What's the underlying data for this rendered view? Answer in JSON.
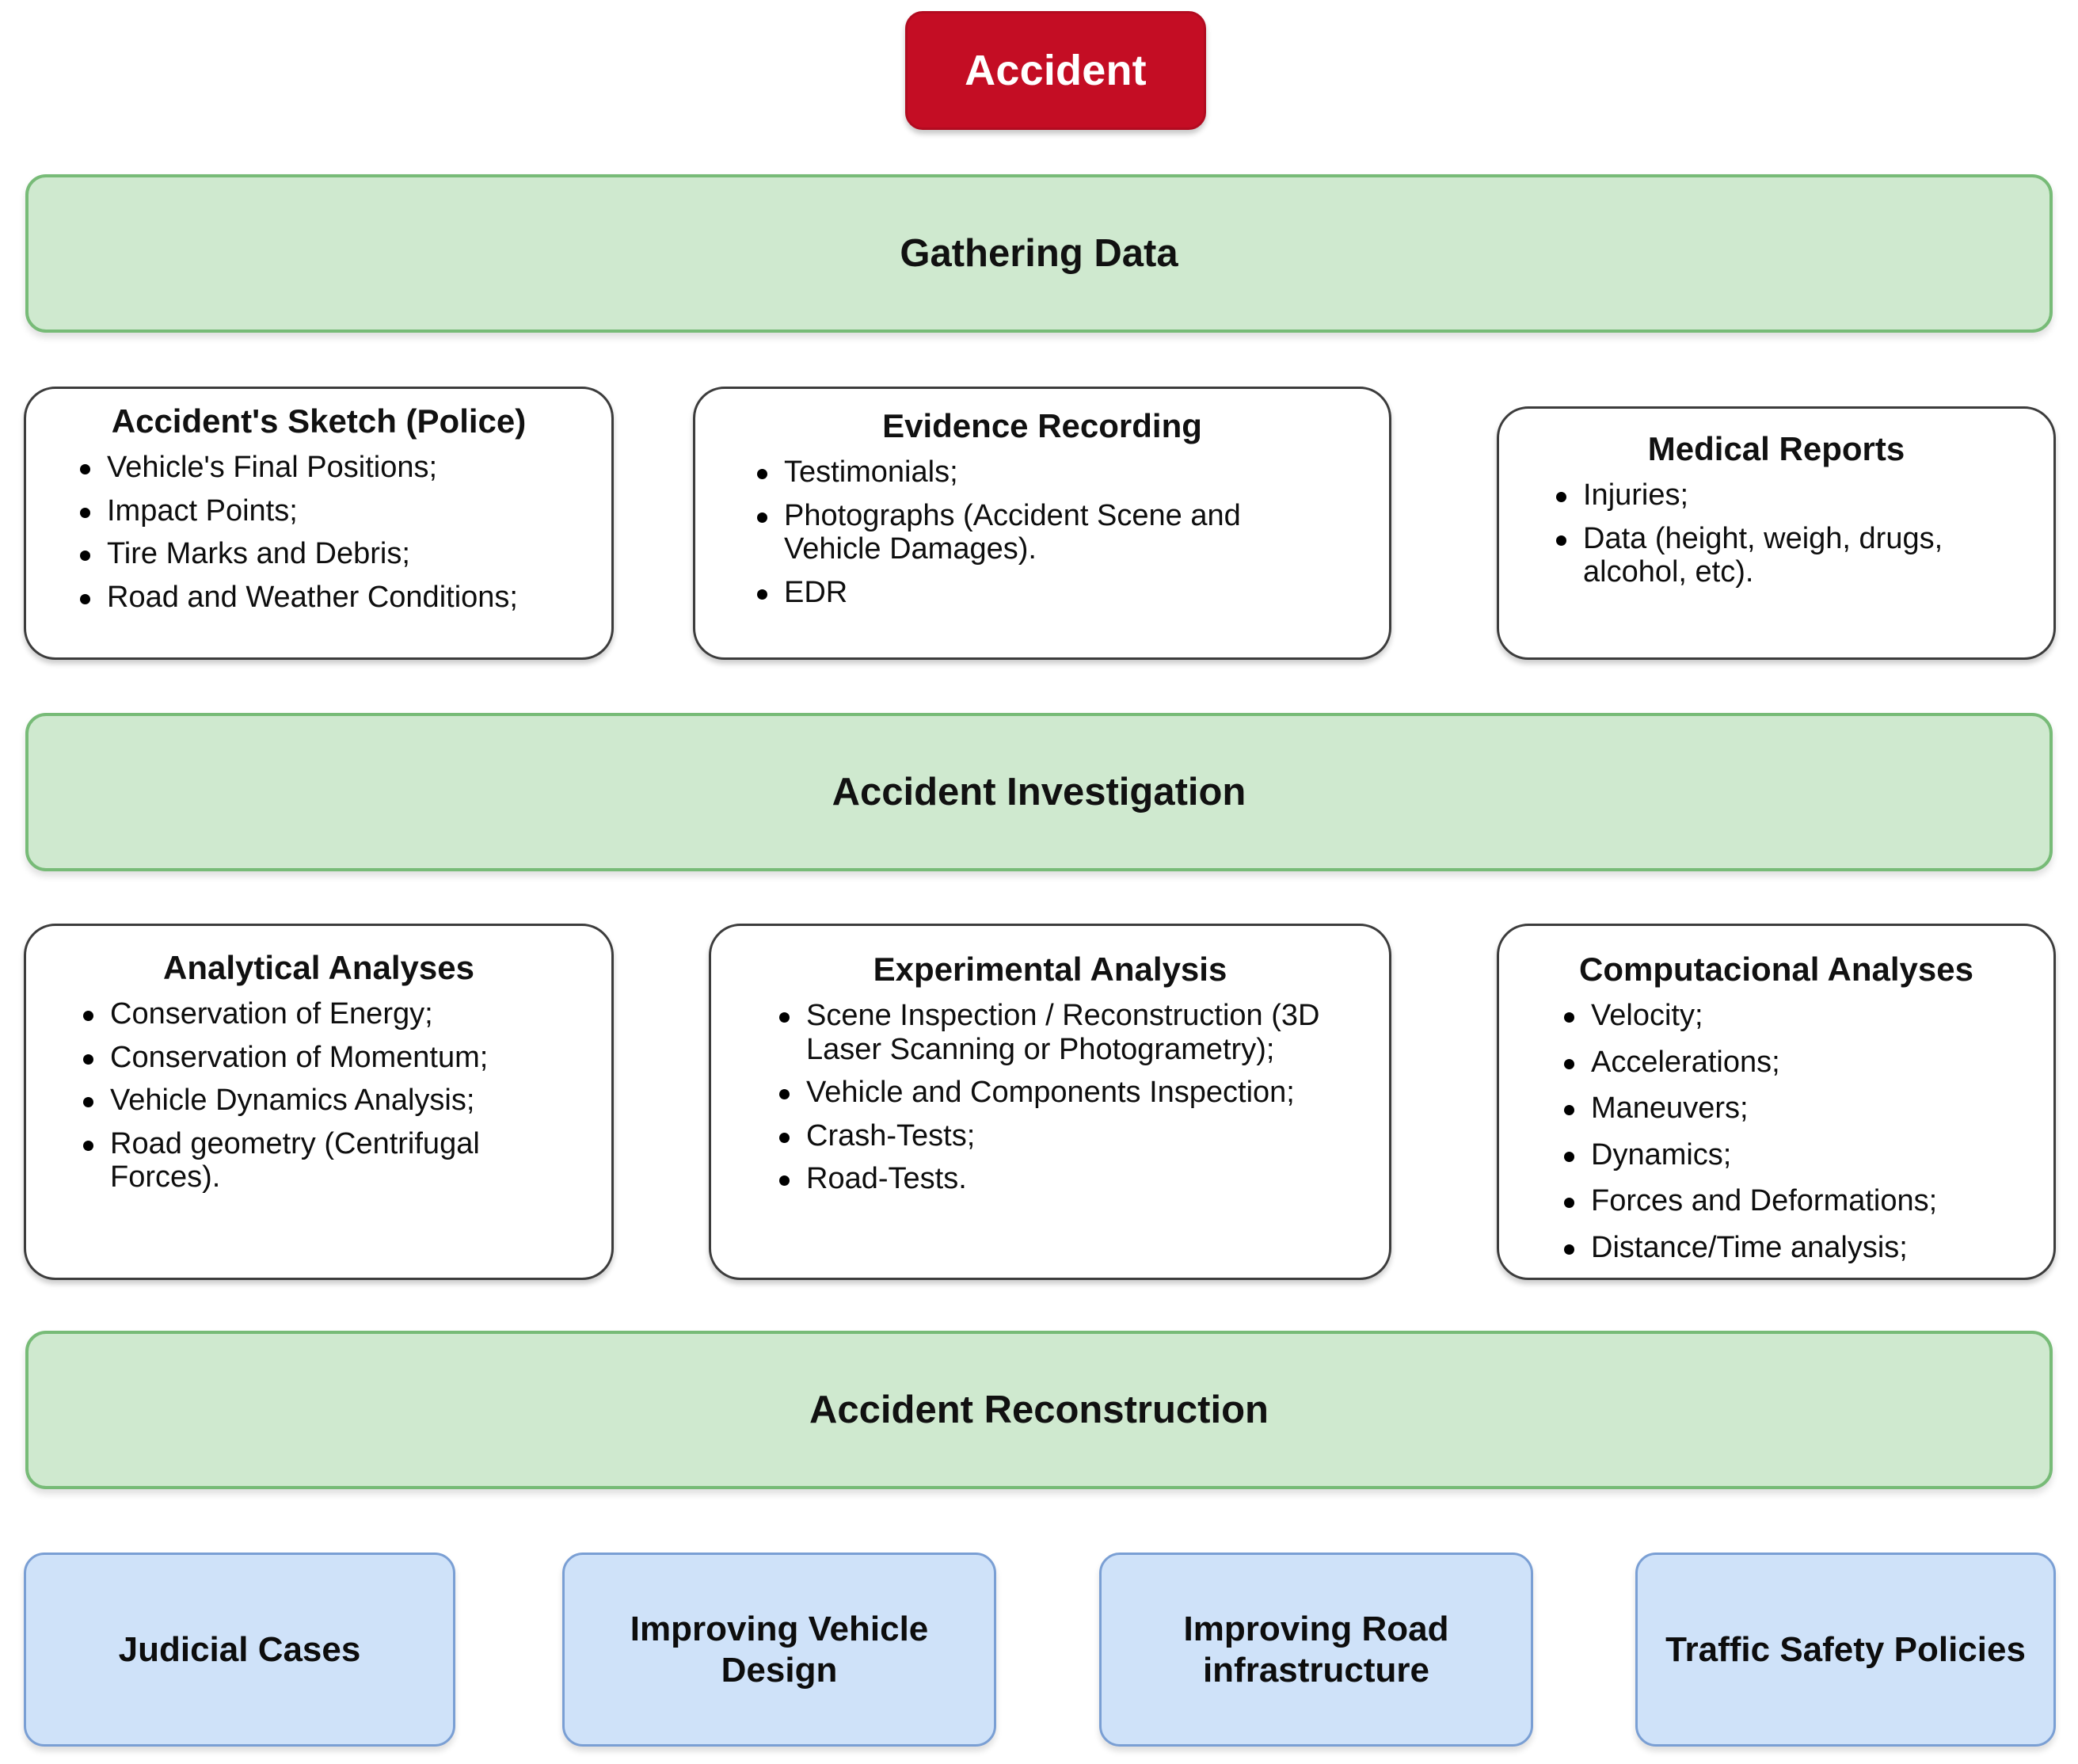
{
  "diagram": {
    "title": "Accident Reconstruction Methodology Flow",
    "colors": {
      "accident_node_fill": "#c40d24",
      "accident_node_text": "#ffffff",
      "stage_banner_fill": "#cfe9cf",
      "stage_banner_border": "#77bb77",
      "detail_card_fill": "#ffffff",
      "detail_card_border": "#3c3c3c",
      "outcome_box_fill": "#cfe2f9",
      "outcome_box_border": "#7a9fd4"
    }
  },
  "root": {
    "label": "Accident"
  },
  "stages": [
    {
      "id": "gathering",
      "label": "Gathering Data"
    },
    {
      "id": "investigation",
      "label": "Accident Investigation"
    },
    {
      "id": "reconstruction",
      "label": "Accident Reconstruction"
    }
  ],
  "gathering_cards": [
    {
      "id": "sketch",
      "title": "Accident's Sketch (Police)",
      "items": [
        "Vehicle's Final Positions;",
        "Impact Points;",
        "Tire Marks and Debris;",
        "Road and Weather Conditions;"
      ]
    },
    {
      "id": "evidence",
      "title": "Evidence Recording",
      "items": [
        "Testimonials;",
        "Photographs (Accident Scene and Vehicle Damages).",
        "EDR"
      ]
    },
    {
      "id": "medical",
      "title": "Medical Reports",
      "items": [
        "Injuries;",
        "Data (height, weigh, drugs, alcohol, etc)."
      ]
    }
  ],
  "investigation_cards": [
    {
      "id": "analytical",
      "title": "Analytical Analyses",
      "items": [
        "Conservation of Energy;",
        "Conservation of Momentum;",
        "Vehicle Dynamics Analysis;",
        "Road geometry (Centrifugal Forces)."
      ]
    },
    {
      "id": "experimental",
      "title": "Experimental Analysis",
      "items": [
        "Scene Inspection / Reconstruction (3D Laser Scanning or Photogrametry);",
        "Vehicle and Components Inspection;",
        "Crash-Tests;",
        "Road-Tests."
      ]
    },
    {
      "id": "computacional",
      "title": "Computacional Analyses",
      "items": [
        "Velocity;",
        "Accelerations;",
        "Maneuvers;",
        "Dynamics;",
        "Forces and Deformations;",
        "Distance/Time analysis;"
      ]
    }
  ],
  "outcomes": [
    {
      "id": "judicial",
      "label": "Judicial Cases"
    },
    {
      "id": "vehicle",
      "label": "Improving Vehicle Design"
    },
    {
      "id": "road",
      "label": "Improving Road infrastructure"
    },
    {
      "id": "policies",
      "label": "Traffic Safety Policies"
    }
  ]
}
